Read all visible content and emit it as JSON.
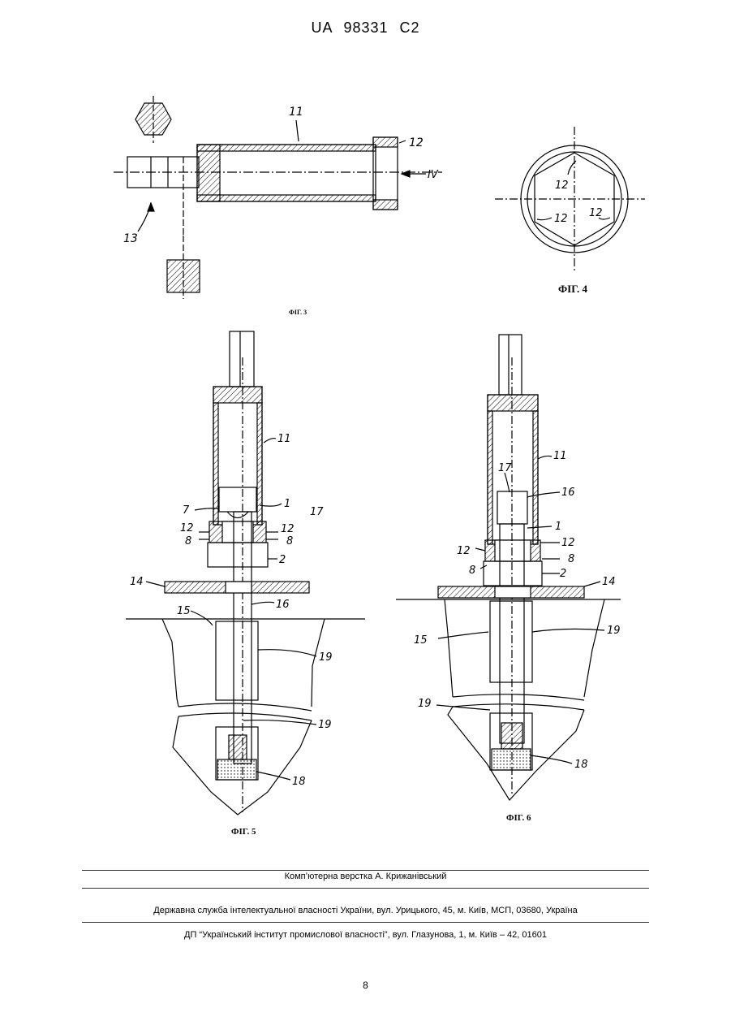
{
  "header": {
    "patent_number": "UA   98331   C2"
  },
  "figures": {
    "fig3": {
      "caption": "ФІГ. 3",
      "labels": {
        "l11": "11",
        "l12": "12",
        "l13": "13",
        "lIV": "IV"
      }
    },
    "fig4": {
      "caption": "ФІГ. 4",
      "labels": {
        "a": "12",
        "b": "12",
        "c": "12"
      }
    },
    "fig5": {
      "caption": "ФІГ. 5",
      "labels": {
        "l11": "11",
        "l1": "1",
        "l7": "7",
        "l17": "17",
        "l12a": "12",
        "l12b": "12",
        "l8a": "8",
        "l8b": "8",
        "l2": "2",
        "l14": "14",
        "l15": "15",
        "l16": "16",
        "l19a": "19",
        "l19b": "19",
        "l18": "18"
      }
    },
    "fig6": {
      "caption": "ФІГ. 6",
      "labels": {
        "l11": "11",
        "l17": "17",
        "l16": "16",
        "l1": "1",
        "l12a": "12",
        "l12b": "12",
        "l8a": "8",
        "l8b": "8",
        "l2": "2",
        "l14": "14",
        "l15": "15",
        "l19a": "19",
        "l19b": "19",
        "l18": "18"
      }
    }
  },
  "footer": {
    "composer": "Комп’ютерна верстка А. Крижанівський",
    "service": "Державна служба інтелектуальної власності України, вул. Урицького, 45, м. Київ, МСП, 03680, Україна",
    "institute": "ДП “Український інститут промислової власності”, вул. Глазунова, 1, м. Київ – 42, 01601"
  },
  "page_number": "8"
}
